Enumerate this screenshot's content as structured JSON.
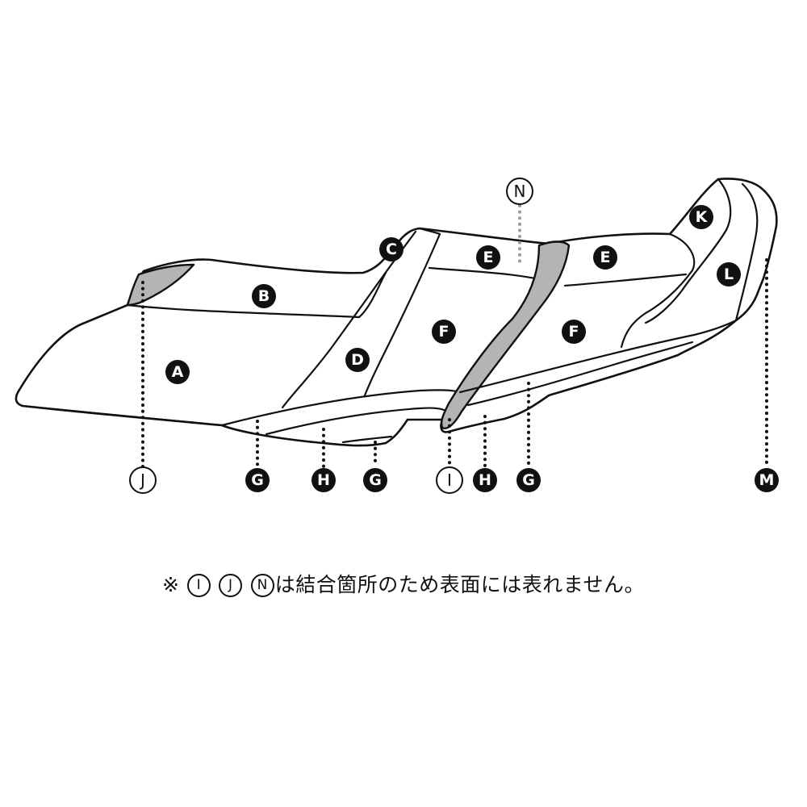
{
  "parts": [
    {
      "id": "part-a",
      "label": "A",
      "style": "filled"
    },
    {
      "id": "part-b",
      "label": "B",
      "style": "filled"
    },
    {
      "id": "part-c",
      "label": "C",
      "style": "filled"
    },
    {
      "id": "part-d",
      "label": "D",
      "style": "filled"
    },
    {
      "id": "part-e-front",
      "label": "E",
      "style": "filled"
    },
    {
      "id": "part-e-rear",
      "label": "E",
      "style": "filled"
    },
    {
      "id": "part-f-front",
      "label": "F",
      "style": "filled"
    },
    {
      "id": "part-f-rear",
      "label": "F",
      "style": "filled"
    },
    {
      "id": "part-k",
      "label": "K",
      "style": "filled"
    },
    {
      "id": "part-l",
      "label": "L",
      "style": "filled"
    },
    {
      "id": "part-n",
      "label": "N",
      "style": "outline"
    },
    {
      "id": "part-j",
      "label": "J",
      "style": "outline"
    },
    {
      "id": "part-g-1",
      "label": "G",
      "style": "filled"
    },
    {
      "id": "part-h-1",
      "label": "H",
      "style": "filled"
    },
    {
      "id": "part-g-2",
      "label": "G",
      "style": "filled"
    },
    {
      "id": "part-i",
      "label": "I",
      "style": "outline"
    },
    {
      "id": "part-h-2",
      "label": "H",
      "style": "filled"
    },
    {
      "id": "part-g-3",
      "label": "G",
      "style": "filled"
    },
    {
      "id": "part-m",
      "label": "M",
      "style": "filled"
    }
  ],
  "footnote": {
    "prefix": "※",
    "labels": [
      "I",
      "J",
      "N"
    ],
    "text": "は結合箇所のため表面には表れません。"
  },
  "colors": {
    "stroke": "#111111",
    "seam_panel": "#b4b4b4",
    "background": "#ffffff"
  }
}
